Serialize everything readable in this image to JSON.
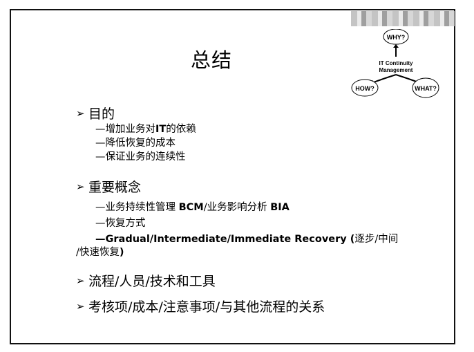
{
  "title": "总结",
  "diagram": {
    "why": "WHY?",
    "center_line1": "IT Continuity",
    "center_line2": "Management",
    "how": "HOW?",
    "what": "WHAT?"
  },
  "bullets": [
    {
      "label": "目的",
      "items": [
        "—增加业务对",
        "IT",
        "的依赖",
        "—降低恢复的成本",
        "—保证业务的连续性"
      ]
    },
    {
      "label": "重要概念",
      "line1_a": "—业务持续性管理 ",
      "line1_b": "BCM",
      "line1_c": "/业务影响分析 ",
      "line1_d": "BIA",
      "line2": "—恢复方式",
      "line3_a": "—Gradual/Intermediate/Immediate Recovery (",
      "line3_b": "逐步/中间",
      "line4_a": "/快速恢复",
      "line4_b": ")"
    },
    {
      "label": "流程/人员/技术和工具"
    },
    {
      "label": "考核项/成本/注意事项/与其他流程的关系"
    }
  ]
}
